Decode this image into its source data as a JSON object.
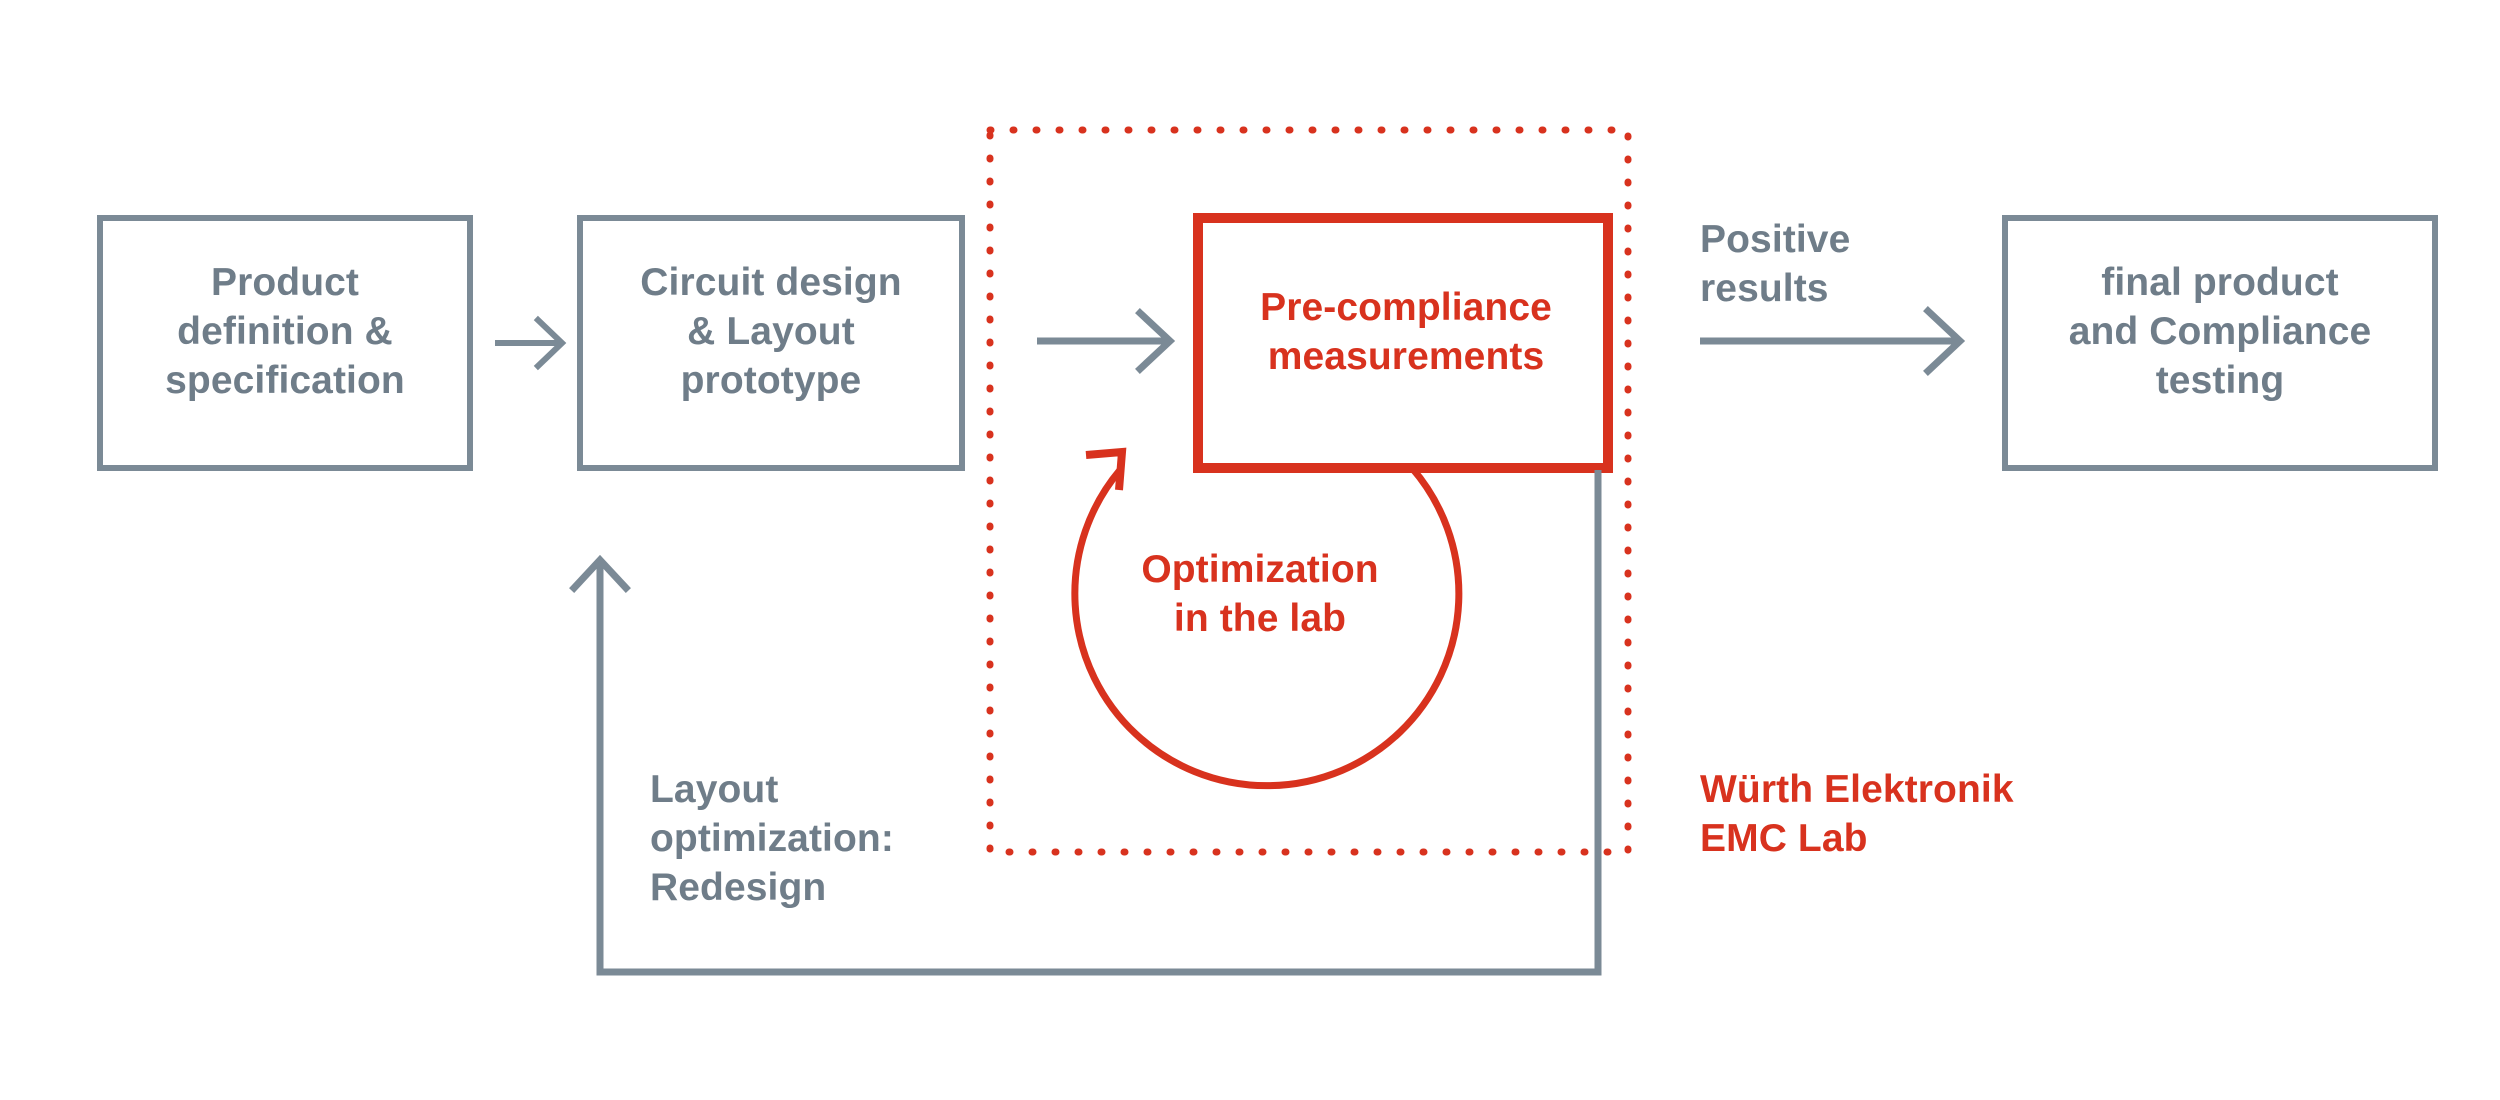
{
  "colors": {
    "gray": "#6F7D89",
    "red": "#D8321E",
    "background": "#FFFFFF"
  },
  "boxes": {
    "product_definition": "Product\ndefinition &\nspecification",
    "circuit_design": "Circuit design\n& Layout\nprototype",
    "precompliance": "Pre-compliance\nmeasurements",
    "final_product": "final product\nand Compliance\ntesting"
  },
  "labels": {
    "positive_results": "Positive\nresults",
    "layout_optimization": "Layout\noptimization:\nRedesign",
    "optimization_lab": "Optimization\nin the lab",
    "emc_lab": "Würth Elektronik\nEMC Lab"
  },
  "flow": {
    "arrow_1_name": "arrow-product-to-circuit",
    "arrow_2_name": "arrow-circuit-to-precompliance",
    "arrow_3_name": "arrow-precompliance-to-final",
    "feedback_arrow_name": "feedback-arrow-redesign",
    "loop_arrow_name": "optimization-loop-arrow",
    "boundary_name": "emc-lab-boundary"
  }
}
